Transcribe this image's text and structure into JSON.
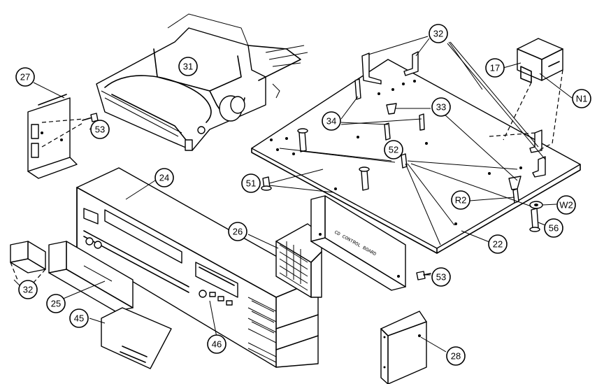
{
  "callouts": [
    {
      "id": "c31",
      "label": "31"
    },
    {
      "id": "c27",
      "label": "27"
    },
    {
      "id": "c53a",
      "label": "53"
    },
    {
      "id": "c32top",
      "label": "32"
    },
    {
      "id": "c17",
      "label": "17"
    },
    {
      "id": "cN1",
      "label": "N1"
    },
    {
      "id": "c33",
      "label": "33"
    },
    {
      "id": "c34",
      "label": "34"
    },
    {
      "id": "c52",
      "label": "52"
    },
    {
      "id": "c24",
      "label": "24"
    },
    {
      "id": "c51",
      "label": "51"
    },
    {
      "id": "cR2",
      "label": "R2"
    },
    {
      "id": "cW2",
      "label": "W2"
    },
    {
      "id": "c56",
      "label": "56"
    },
    {
      "id": "c26",
      "label": "26"
    },
    {
      "id": "c22",
      "label": "22"
    },
    {
      "id": "c53b",
      "label": "53"
    },
    {
      "id": "c32left",
      "label": "32"
    },
    {
      "id": "c25",
      "label": "25"
    },
    {
      "id": "c45",
      "label": "45"
    },
    {
      "id": "c46",
      "label": "46"
    },
    {
      "id": "c28",
      "label": "28"
    }
  ],
  "board_label": "CD CONTROL BOARD"
}
